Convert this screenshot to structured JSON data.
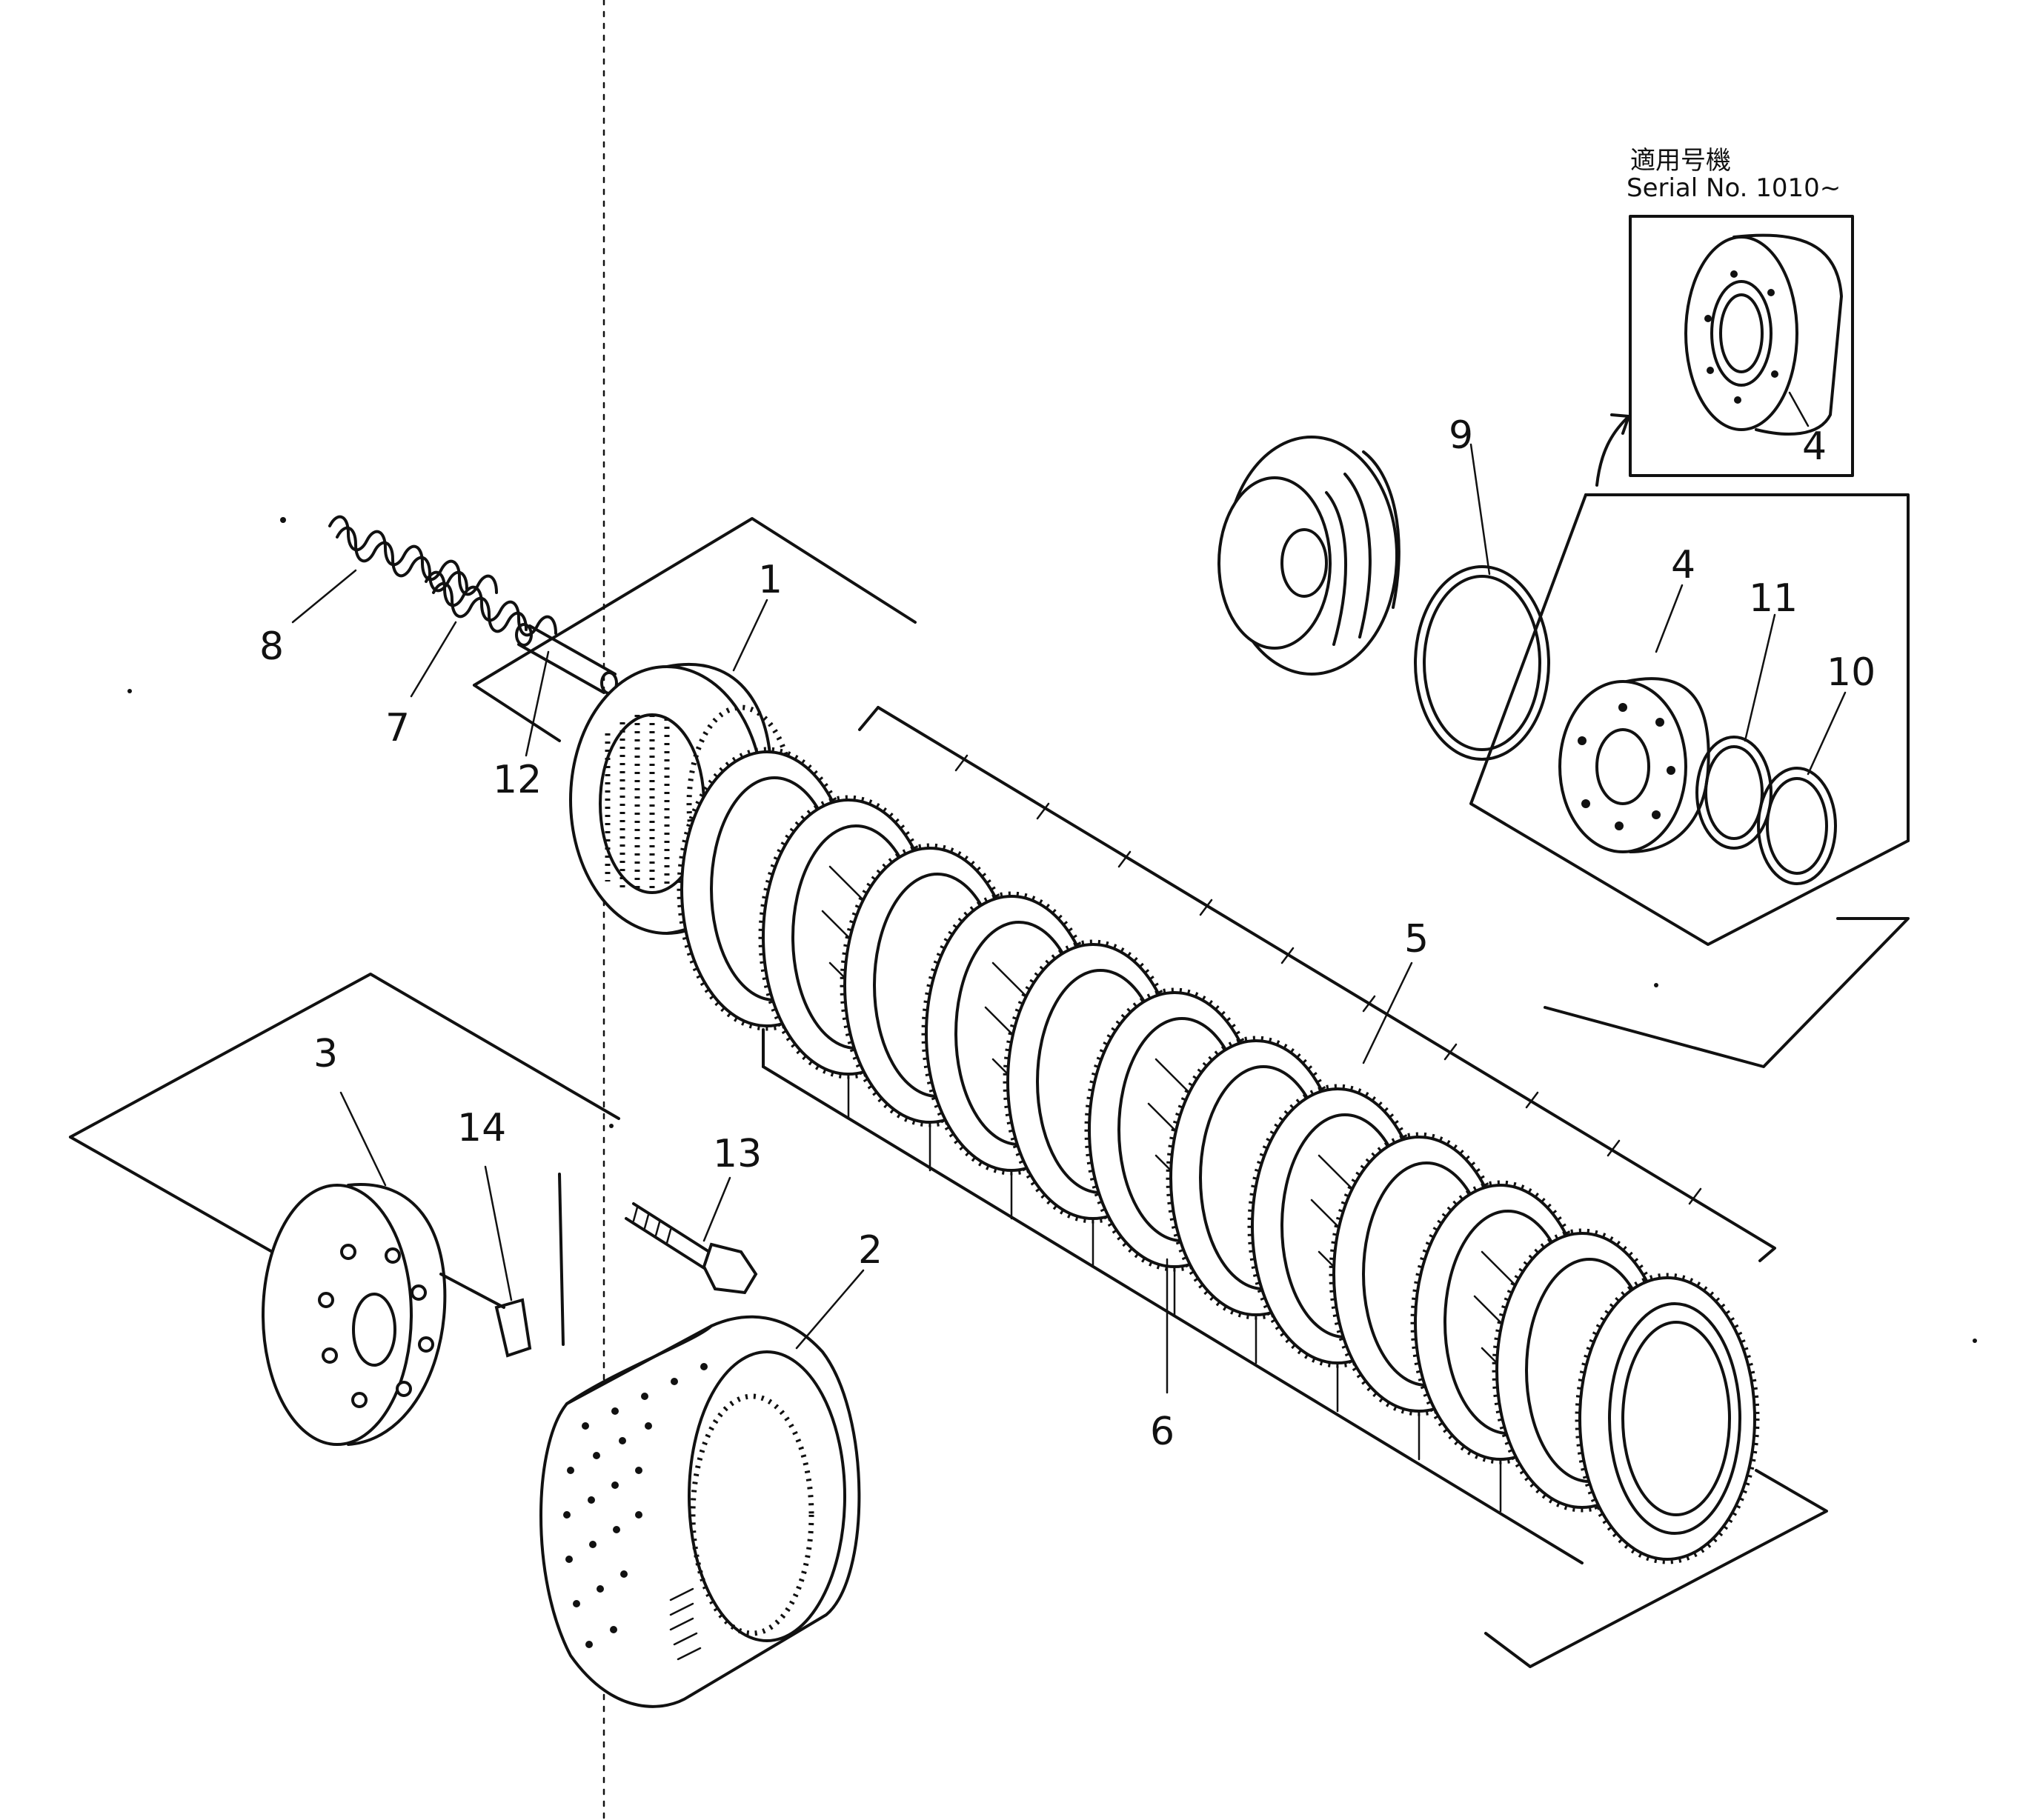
{
  "colors": {
    "ink": "#111111",
    "paper": "#ffffff"
  },
  "serial_note": {
    "line1": "適用号機",
    "line2": "Serial No. 1010~"
  },
  "callouts": {
    "c1": "1",
    "c2": "2",
    "c3": "3",
    "c4_inset": "4",
    "c4_main": "4",
    "c5": "5",
    "c6": "6",
    "c7": "7",
    "c8": "8",
    "c9": "9",
    "c10": "10",
    "c11": "11",
    "c12": "12",
    "c13": "13",
    "c14": "14"
  }
}
